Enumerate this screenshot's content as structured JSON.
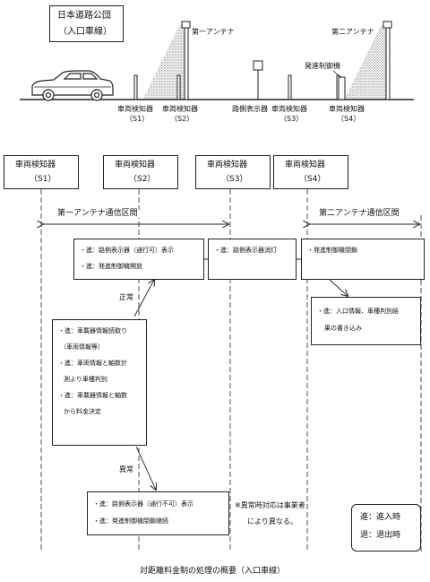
{
  "header_box": {
    "line1": "日本道路公団",
    "line2": "（入口車線）"
  },
  "illustration": {
    "antenna1": "第一アンテナ",
    "antenna2": "第二アンテナ",
    "gate_bar": "発進制御機",
    "detectors": [
      {
        "name": "車両検知器",
        "id": "（S1）"
      },
      {
        "name": "車両検知器",
        "id": "（S2）"
      },
      {
        "name": "路側表示器",
        "id": ""
      },
      {
        "name": "車両検知器",
        "id": "（S3）"
      },
      {
        "name": "車両検知器",
        "id": "（S4）"
      }
    ]
  },
  "sequence": {
    "columns": [
      {
        "name": "車両検知器",
        "id": "（S1）"
      },
      {
        "name": "車両検知器",
        "id": "（S2）"
      },
      {
        "name": "車両検知器",
        "id": "（S3）"
      },
      {
        "name": "車両検知器",
        "id": "（S4）"
      }
    ],
    "zone1": "第一アンテナ通信区間",
    "zone2": "第二アンテナ通信区間",
    "box_s2": [
      "・進：路側表示器（通行可）表示",
      "・進：発進制御機開放"
    ],
    "box_s3": "・進：路側表示器消灯",
    "box_s4": "・発進制御機閉鎖",
    "box_write": [
      "・進：入口情報、車種判別結",
      "果の書き込み"
    ],
    "normal_label": "正常",
    "abnormal_label": "異常",
    "box_read": [
      "・進：車載器情報読取り",
      "（車両情報等）",
      "・進：車両情報と軸数計",
      "測より車種判別",
      "・進：車載器情報と軸数",
      "から料金決定"
    ],
    "box_abnormal": [
      "・進：路側表示器（通行不可）表示",
      "・進：発進制御機閉鎖継続"
    ],
    "note": [
      "※異常時対応は事業者",
      "により異なる。"
    ],
    "legend": [
      "進：進入時",
      "退：退出時"
    ],
    "caption": "対距離料金制の処理の概要（入口車線）"
  }
}
